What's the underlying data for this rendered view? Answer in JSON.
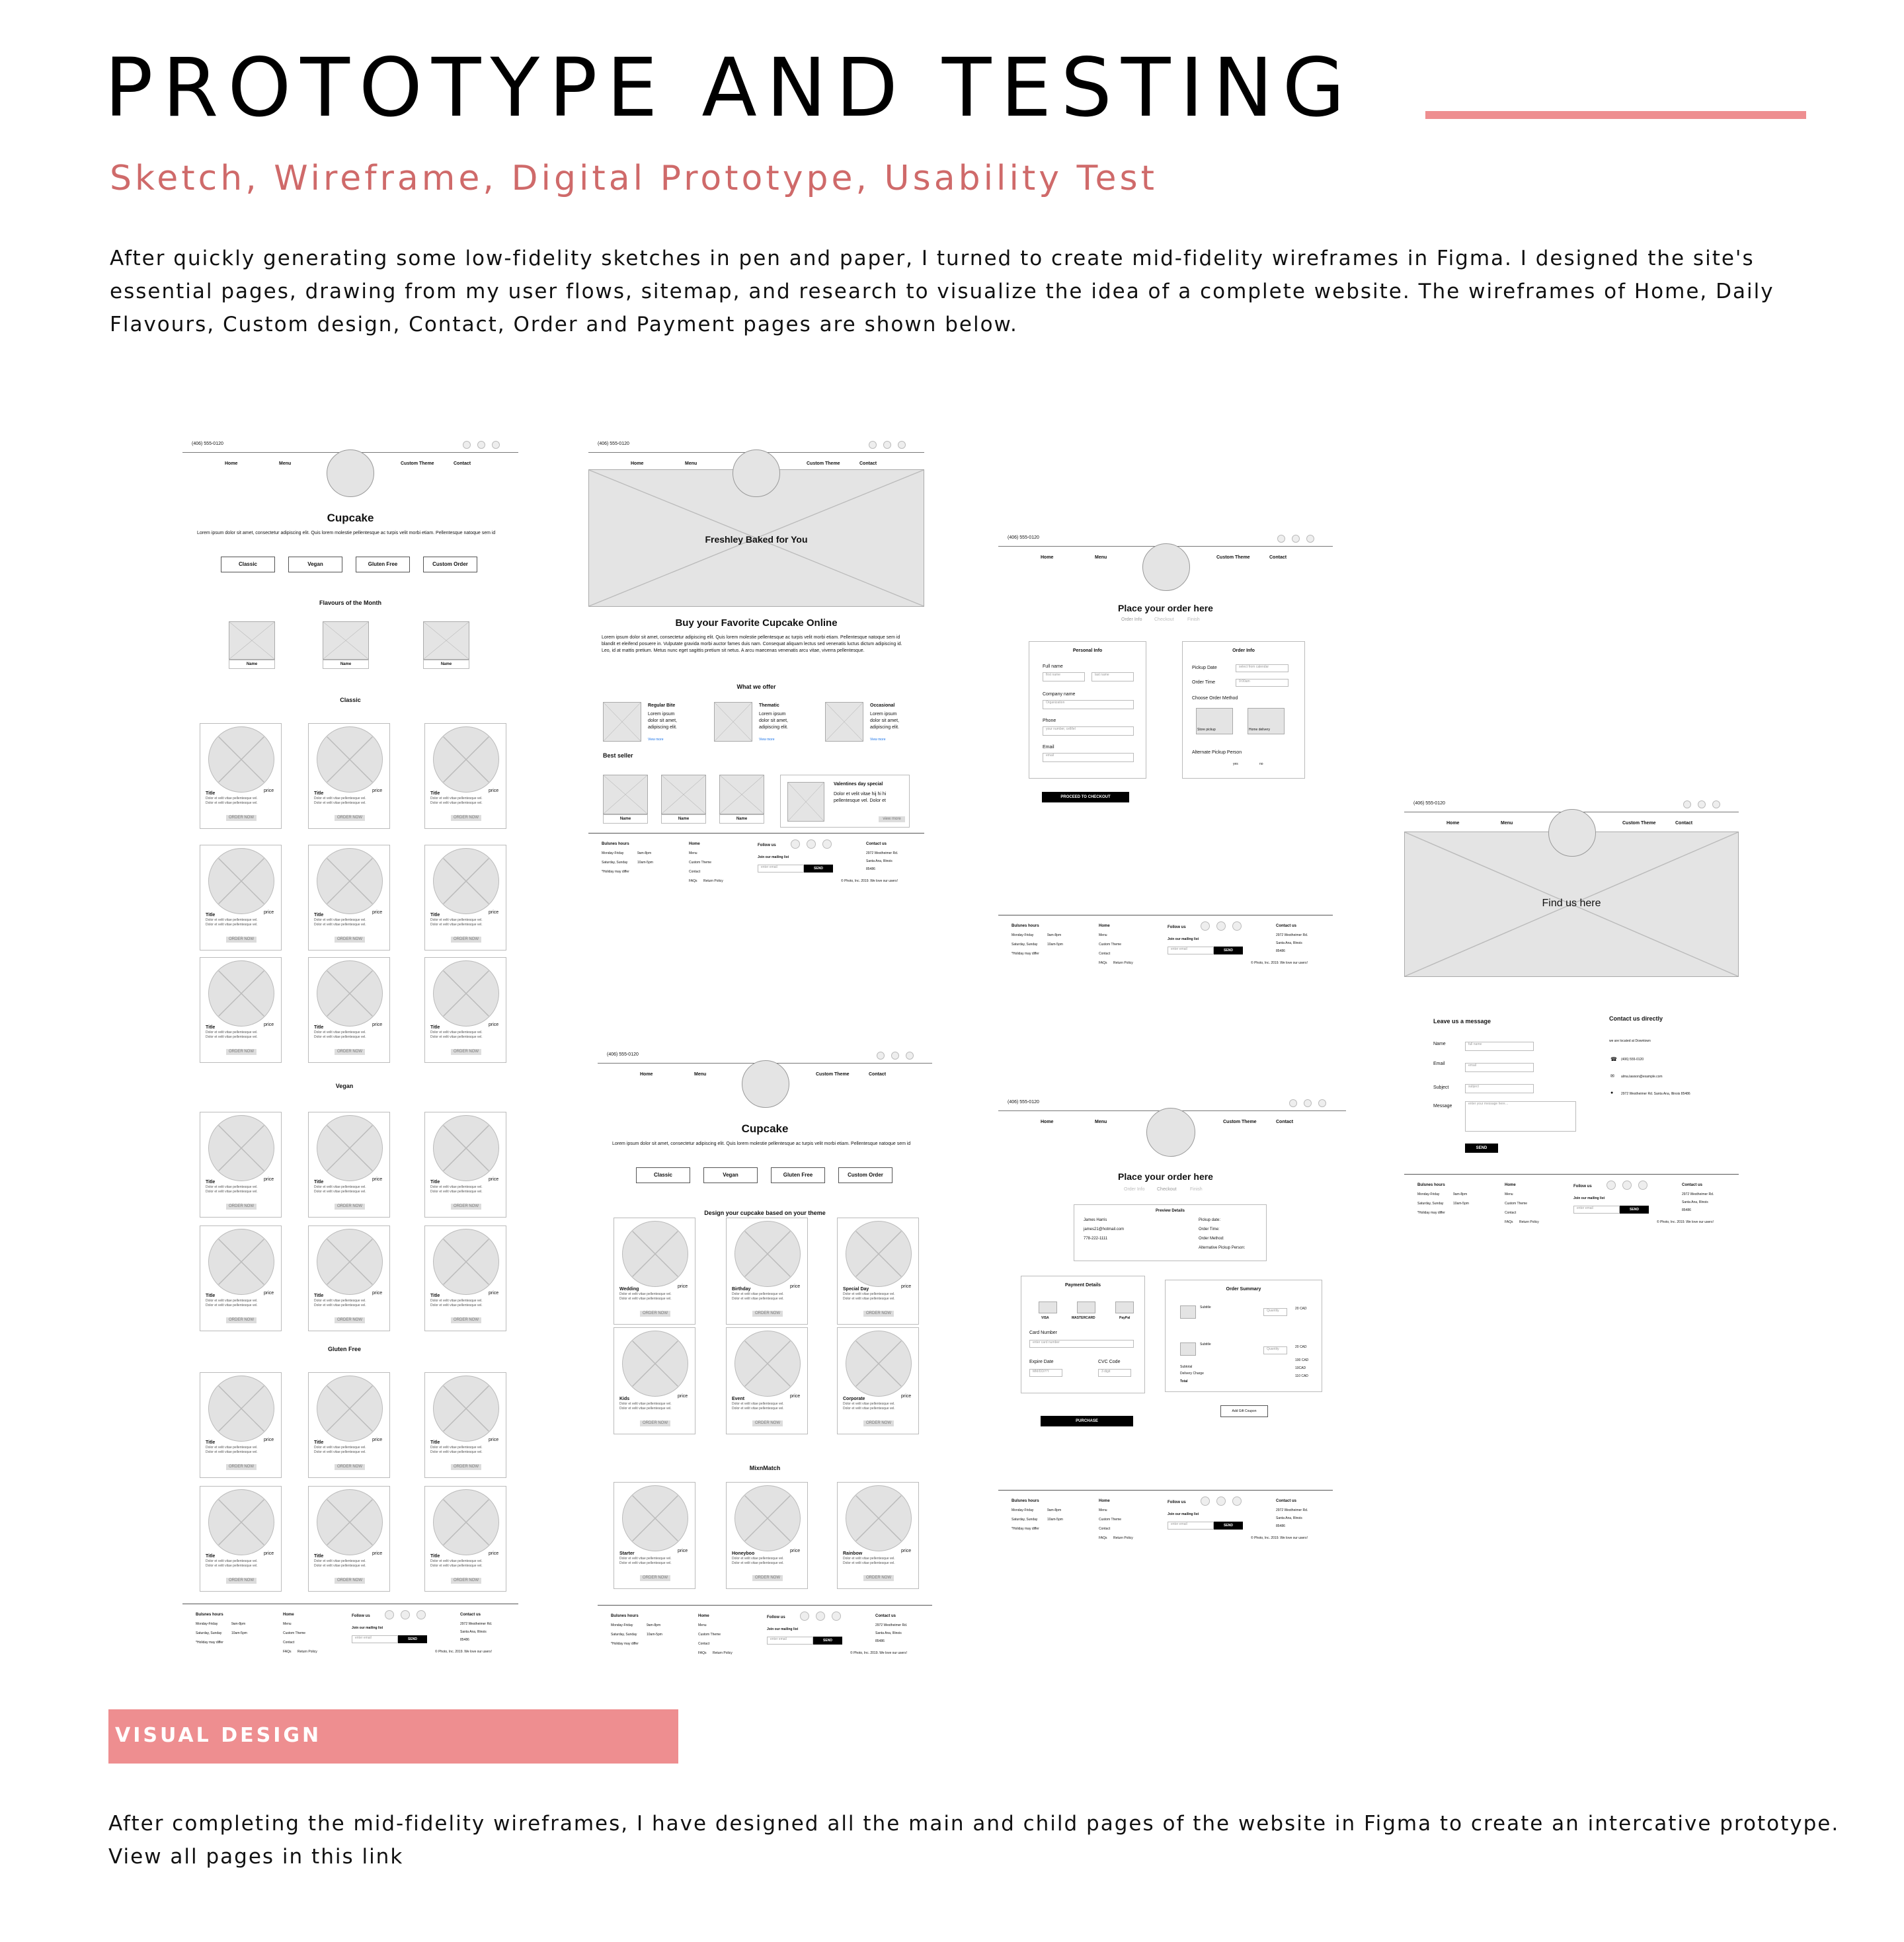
{
  "header": {
    "title": "PROTOTYPE AND TESTING",
    "subtitle": "Sketch, Wireframe, Digital Prototype, Usability Test",
    "intro": "After quickly generating some low-fidelity sketches in pen and paper, I turned to create mid-fidelity wireframes in Figma. I designed the site's essential pages, drawing from my user flows, sitemap, and research to visualize the idea of a complete website. The wireframes of Home, Daily Flavours, Custom design, Contact, Order and Payment pages are shown below."
  },
  "colors": {
    "accent": "#ee8e90",
    "subtitle": "#cf6a6a"
  },
  "wire": {
    "phone": "(406) 555-0120",
    "nav": {
      "home": "Home",
      "menu": "Menu",
      "custom": "Custom Theme",
      "contact": "Contact"
    },
    "lorem": "Lorem ipsum dolor sit amet, consectetur adipiscing elit. Quis lorem molestie pellentesque ac turpis velit morbi etiam. Pellentesque natoque sem id",
    "tabs": [
      "Classic",
      "Vegan",
      "Gluten Free",
      "Custom Order"
    ],
    "flavours_title": "Flavours of the Month",
    "name": "Name",
    "sec_classic": "Classic",
    "sec_vegan": "Vegan",
    "sec_gluten": "Gluten Free",
    "card_title": "Title",
    "card_price": "price",
    "card_desc": "Dolor et velit vitae pellentesque vel.",
    "order_now": "ORDER NOW",
    "footer": {
      "hours_title": "Bulsnes hours",
      "wk": "Monday-Friday",
      "wk_h": "9am-8pm",
      "we": "Saturday, Sunday",
      "we_h": "10am-5pm",
      "holiday": "*Holiday may differ",
      "home": "Home",
      "menu": "Menu",
      "custom": "Custom Theme",
      "contact": "Contact",
      "faq": "FAQs",
      "policy": "Return Policy",
      "follow": "Follow us",
      "mailing": "Join our mailing list",
      "email_ph": "enter email",
      "send": "SEND",
      "contact_title": "Contact us",
      "addr1": "2972 Westheimer Rd.",
      "addr2": "Santa Ana, Illinois",
      "zip": "85486",
      "copy": "© Photo, Inc. 2019. We love our users!"
    },
    "home2": {
      "hero": "Freshley Baked for You",
      "title": "Buy your Favorite Cupcake Online",
      "para": "Lorem ipsum dolor sit amet, consectetur adipiscing elit. Quis lorem molestie pellentesque ac turpis velit morbi etiam. Pellentesque natoque sem id blandit et eleifend posuere in. Vulputate gravida morbi auctor fames duis nam. Consequat aliquam lectus sed venenatis luctus dictum adipiscing id. Leo, id at mattis pretium. Metus nunc eget sagittis pretium sit netus. A arcu maecenas venenatis arcu vitae, viverra pellentesque.",
      "offer": "What we offer",
      "o1": "Regular Bite",
      "o2": "Thematic",
      "o3": "Occasional",
      "o_desc": "Lorem ipsum dolor sit amet, adipiscing elit.",
      "view": "View more",
      "best": "Best seller",
      "val_title": "Valentines day special",
      "val_desc": "Dolor et velit vitae hij hi hi pellentesque vel. Dolor et",
      "val_btn": "view more"
    },
    "cupcake_title": "Cupcake",
    "custom": {
      "sub": "Design your cupcake based on your theme",
      "items": [
        "Wedding",
        "Birthday",
        "Special Day",
        "Kids",
        "Event",
        "Corporate"
      ],
      "mix": "MixnMatch",
      "mix_items": [
        "Starter",
        "Honeyboo",
        "Rainbow"
      ]
    },
    "order": {
      "title": "Place your order here",
      "steps": [
        "Order Info",
        "Checkout",
        "Finish"
      ],
      "personal": "Personal Info",
      "full_name": "Full name",
      "first": "first name",
      "last": "last name",
      "company": "Company name",
      "company_ph": "Organization",
      "phone": "Phone",
      "phone_ph": "your number, cell/tel",
      "email": "Email",
      "email_ph": "email",
      "order_info": "Order Info",
      "pickup_date": "Pickup Date",
      "pickup_ph": "select from calendar",
      "order_time": "Order Time",
      "time_ph": "9:00am",
      "method": "Choose Order Method",
      "m1": "Store pickup",
      "m2": "Home delivery",
      "alt": "Alternate Pickup Person",
      "yes": "yes",
      "no": "no",
      "proceed": "PROCEED TO CHECKOUT"
    },
    "pay": {
      "preview": "Preview Details",
      "p1": "James Harris",
      "p2": "james21@hotmail.com",
      "p3": "778-222-1111",
      "r1": "Pickup date:",
      "r2": "Order Time:",
      "r3": "Order Method:",
      "r4": "Alternative Pickup Person:",
      "payment": "Payment Details",
      "visa": "VISA",
      "mc": "MASTERCARD",
      "pp": "PayPal",
      "card": "Card Number",
      "card_ph": "enter card number",
      "exp": "Expire Date",
      "exp_ph": "MM/DD/YY",
      "cvc": "CVC Code",
      "cvc_ph": "3 digit",
      "purchase": "PURCHASE",
      "summary": "Order Summary",
      "sub": "Subtitle",
      "qty": "Quantity",
      "price": "20 CAD",
      "subtotal": "Subtotal",
      "delivery": "Delivery Charge",
      "total": "Total",
      "v1": "100 CAD",
      "v2": "10CAD",
      "v3": "110 CAD",
      "gift": "Add Gift Coupon"
    },
    "contact": {
      "hero": "Find us here",
      "leave": "Leave us a message",
      "name": "Name",
      "email": "Email",
      "subject": "Subject",
      "message": "Message",
      "name_ph": "full name",
      "email_ph": "email",
      "subject_ph": "subject",
      "msg_ph": "enter your message here…",
      "send": "SEND",
      "direct": "Contact us directly",
      "located": "we are located at Downtown",
      "phone": "(406) 555-0120",
      "mail": "alma.lawson@example.com",
      "addr": "2972 Westheimer Rd. Santa Ana, Illinois 85486"
    }
  },
  "section": {
    "label": "VISUAL DESIGN"
  },
  "outro": {
    "text": "After completing the mid-fidelity wireframes, I have designed all the main and child pages of the website in Figma to create an intercative prototype.",
    "link": "View all pages in this link"
  }
}
